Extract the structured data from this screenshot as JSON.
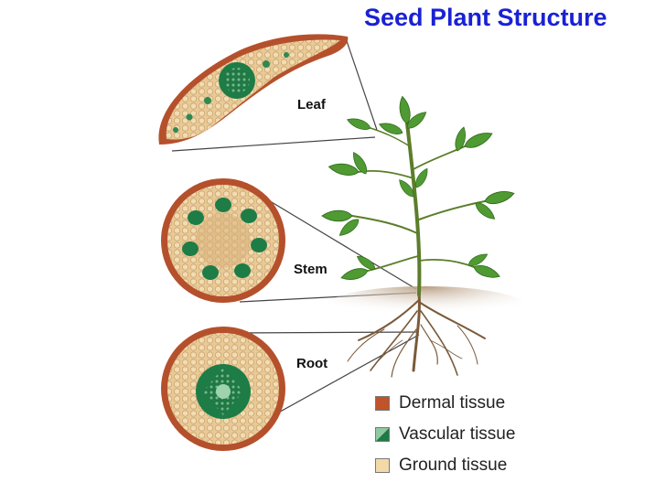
{
  "title": "Seed Plant Structure",
  "labels": {
    "leaf": "Leaf",
    "stem": "Stem",
    "root": "Root"
  },
  "legend": [
    {
      "label": "Dermal tissue",
      "color": "#c0532a"
    },
    {
      "label": "Vascular tissue",
      "color": "#1f7a45"
    },
    {
      "label": "Ground tissue",
      "color": "#f3d9a8"
    }
  ],
  "colors": {
    "dermal": "#b5502c",
    "ground": "#e7c48e",
    "vascular": "#1e7c46",
    "plant-green": "#4f9a32",
    "root-brown": "#7a5a3a",
    "soil": "#c9b29a"
  }
}
